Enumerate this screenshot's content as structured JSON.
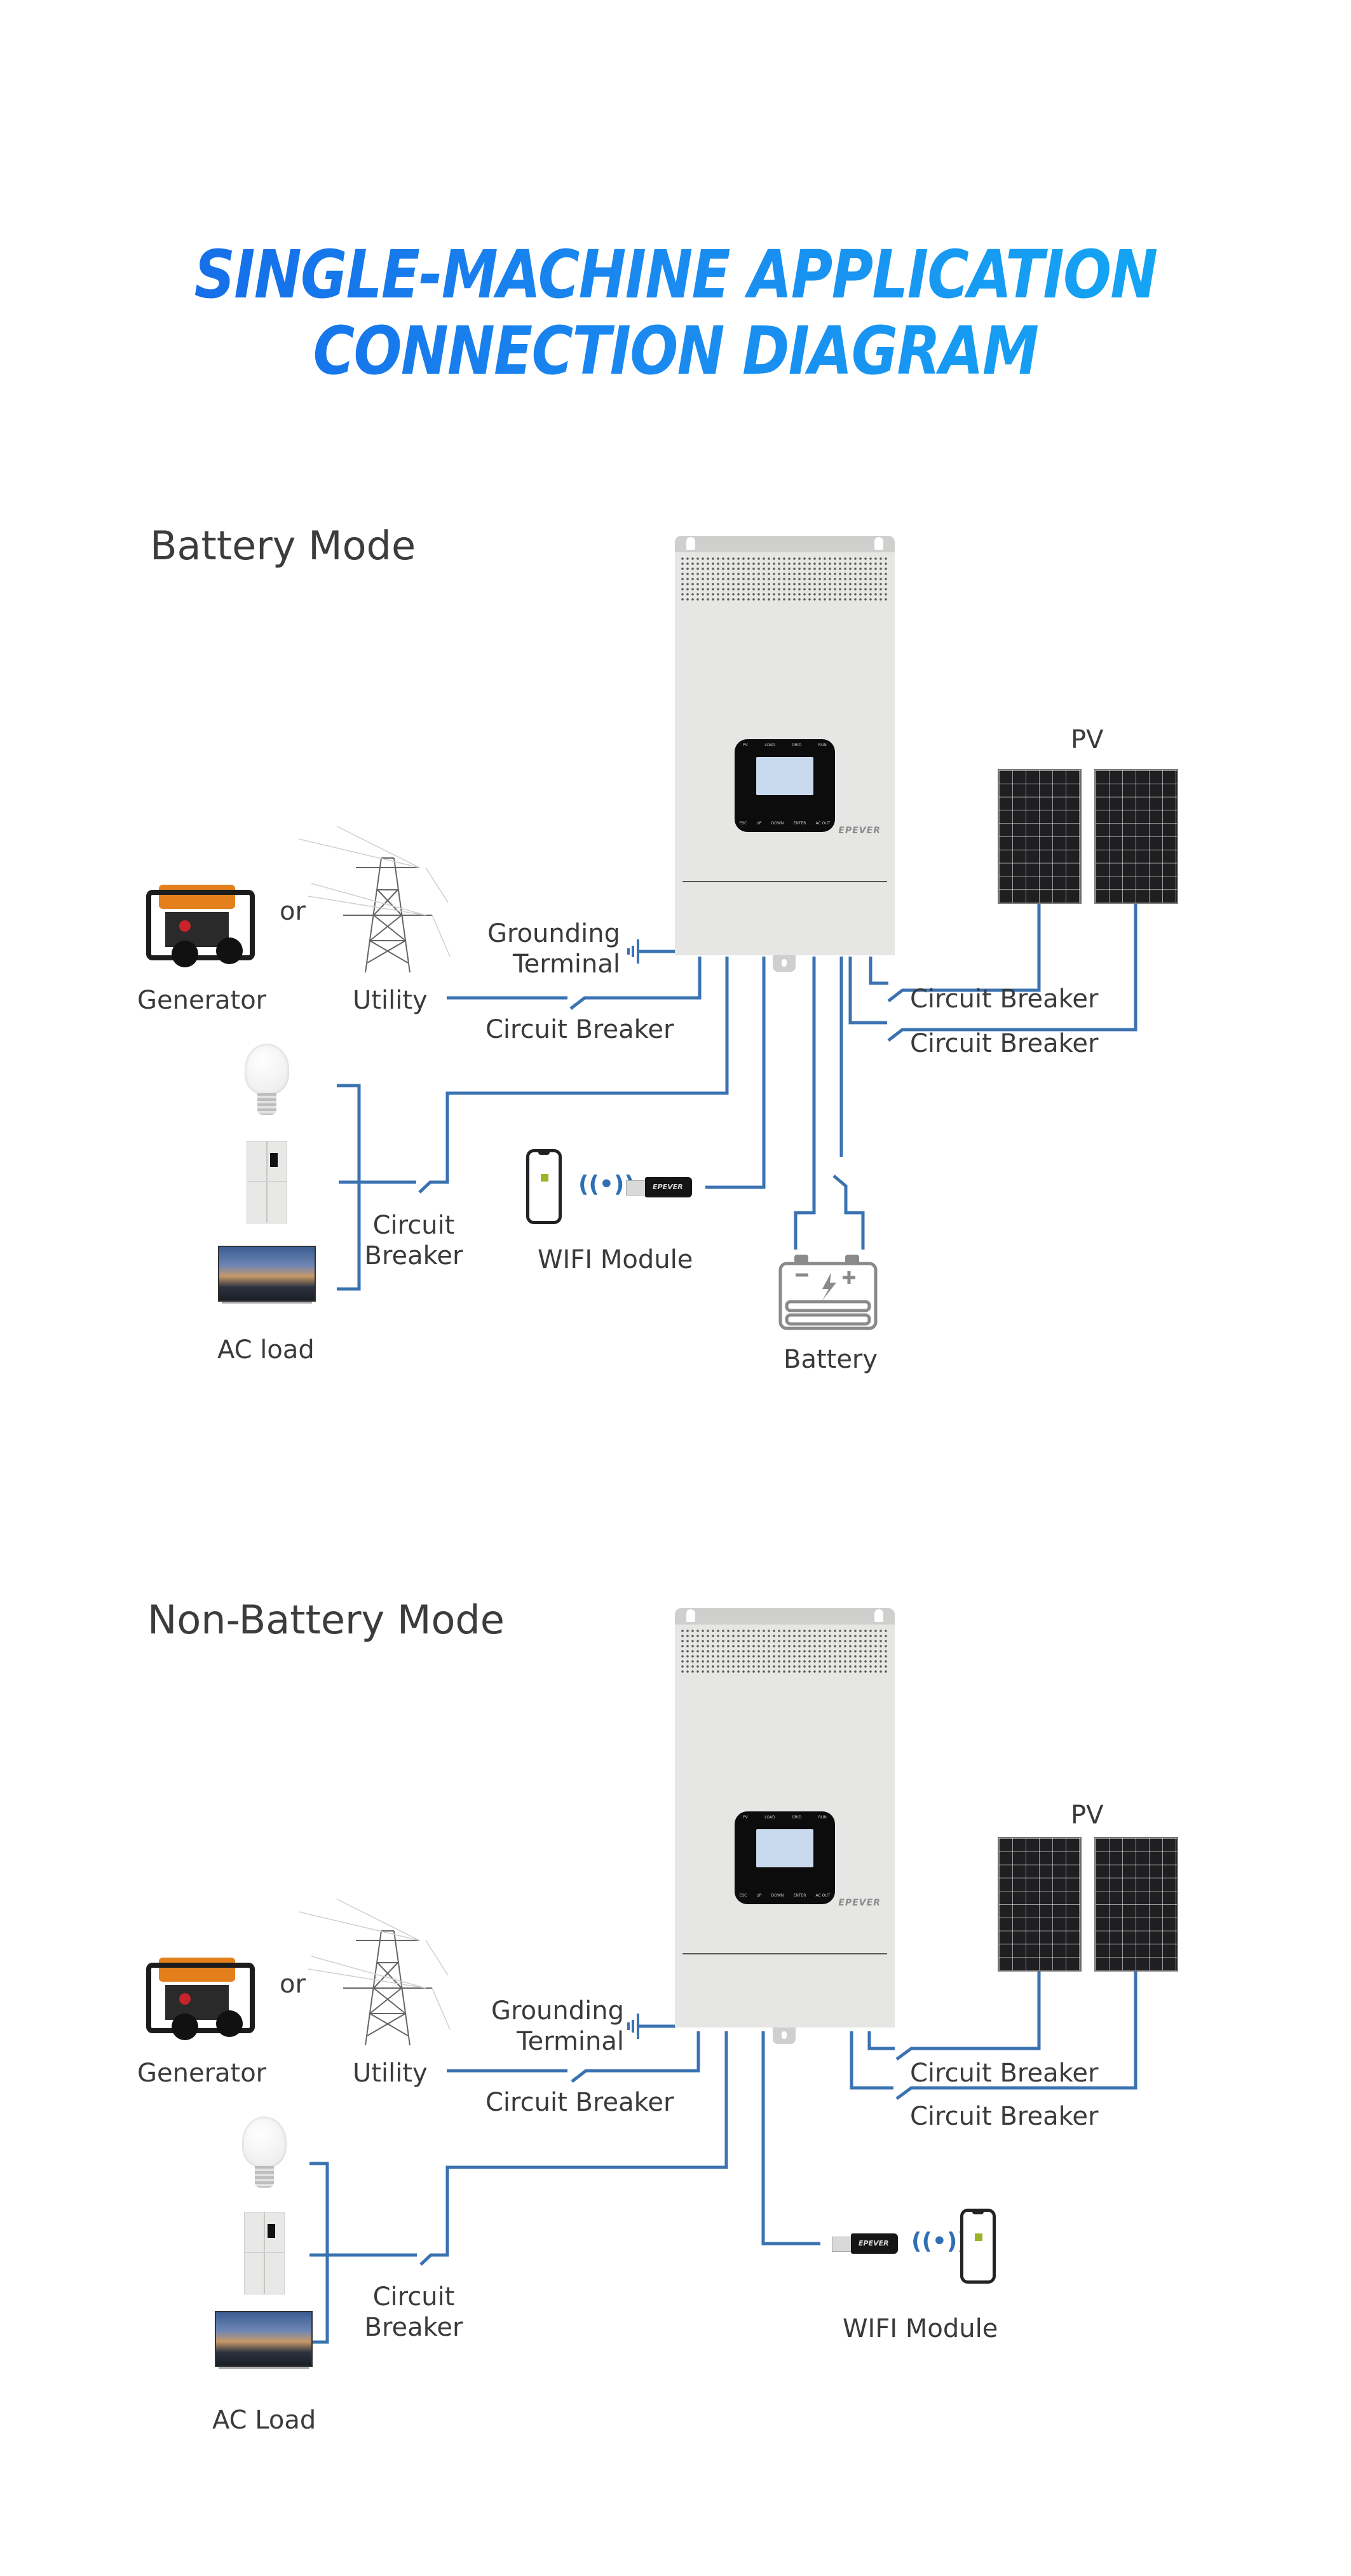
{
  "title": {
    "line1": "SINGLE-MACHINE APPLICATION",
    "line2": "CONNECTION DIAGRAM",
    "gradient_start": "#1469e8",
    "gradient_end": "#13aaf4"
  },
  "colors": {
    "wire": "#3a72b2",
    "text": "#3a3a3a",
    "inverter_body": "#e6e6e4"
  },
  "inverter": {
    "brand": "EPEVER",
    "leds": [
      "PV",
      "LOAD",
      "GRID",
      "RUN"
    ],
    "buttons": [
      "ESC",
      "UP",
      "DOWN",
      "ENTER",
      "AC OUT"
    ]
  },
  "sections": [
    {
      "mode_title": "Battery Mode",
      "generator_label": "Generator",
      "or_label": "or",
      "utility_label": "Utility",
      "grounding_label_1": "Grounding",
      "grounding_label_2": "Terminal",
      "grid_breaker_label": "Circuit Breaker",
      "load_breaker_label_1": "Circuit",
      "load_breaker_label_2": "Breaker",
      "ac_load_label": "AC load",
      "wifi_label": "WIFI Module",
      "battery_label": "Battery",
      "pv_label": "PV",
      "pv_breaker_1_label": "Circuit Breaker",
      "pv_breaker_2_label": "Circuit Breaker",
      "icons": {
        "generator": "generator-icon",
        "utility": "power-tower-icon",
        "bulb": "light-bulb-icon",
        "fridge": "refrigerator-icon",
        "tv": "television-icon",
        "phone": "smartphone-icon",
        "wifi_signal": "wireless-signal-icon",
        "wifi_dongle": "wifi-dongle-icon",
        "battery": "battery-icon",
        "ground": "ground-symbol-icon",
        "solar": "solar-panel-icon"
      }
    },
    {
      "mode_title": "Non-Battery Mode",
      "generator_label": "Generator",
      "or_label": "or",
      "utility_label": "Utility",
      "grounding_label_1": "Grounding",
      "grounding_label_2": "Terminal",
      "grid_breaker_label": "Circuit Breaker",
      "load_breaker_label_1": "Circuit",
      "load_breaker_label_2": "Breaker",
      "ac_load_label": "AC Load",
      "wifi_label": "WIFI Module",
      "pv_label": "PV",
      "pv_breaker_1_label": "Circuit Breaker",
      "pv_breaker_2_label": "Circuit Breaker"
    }
  ]
}
